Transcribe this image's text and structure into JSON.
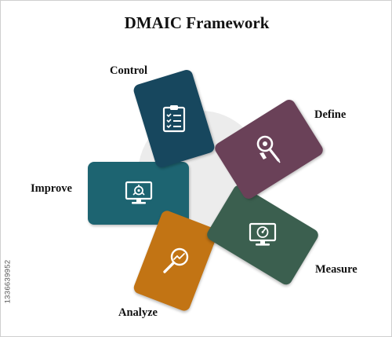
{
  "title": "DMAIC Framework",
  "colors": {
    "control": "#17475e",
    "define": "#6a4158",
    "measure": "#3b5f4f",
    "analyze": "#c27414",
    "improve": "#1d6471",
    "icon": "#ffffff"
  },
  "steps": [
    {
      "id": "control",
      "label": "Control",
      "icon": "clipboard-checklist-icon"
    },
    {
      "id": "define",
      "label": "Define",
      "icon": "magnifier-pencil-icon"
    },
    {
      "id": "measure",
      "label": "Measure",
      "icon": "monitor-gauge-icon"
    },
    {
      "id": "analyze",
      "label": "Analyze",
      "icon": "magnifier-trend-icon"
    },
    {
      "id": "improve",
      "label": "Improve",
      "icon": "monitor-gear-icon"
    }
  ],
  "watermark": "1336639952"
}
